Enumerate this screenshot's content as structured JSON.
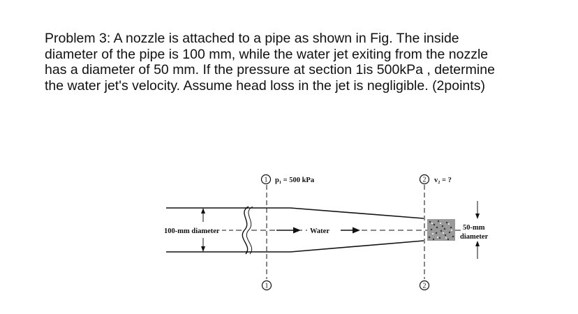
{
  "problem": {
    "lines": [
      "Problem 3: A nozzle is attached to a pipe as shown in Fig. The inside",
      "diameter of the pipe is 100 mm, while the water jet exiting from the nozzle",
      "has a diameter of 50 mm. If the pressure at section 1is 500kPa , determine",
      "the water jet's velocity. Assume head loss in the jet is negligible. (2points)"
    ]
  },
  "figure": {
    "section1_top_number": "1",
    "section1_bottom_number": "1",
    "section2_top_number": "2",
    "section2_bottom_number": "2",
    "pressure_label": "p₁ = 500 kPa",
    "velocity_label": "v₂ = ?",
    "pipe_diameter_label": "100-mm diameter",
    "water_label": "Water",
    "jet_diameter_line1": "50-mm",
    "jet_diameter_line2": "diameter",
    "line_color": "#111111"
  }
}
